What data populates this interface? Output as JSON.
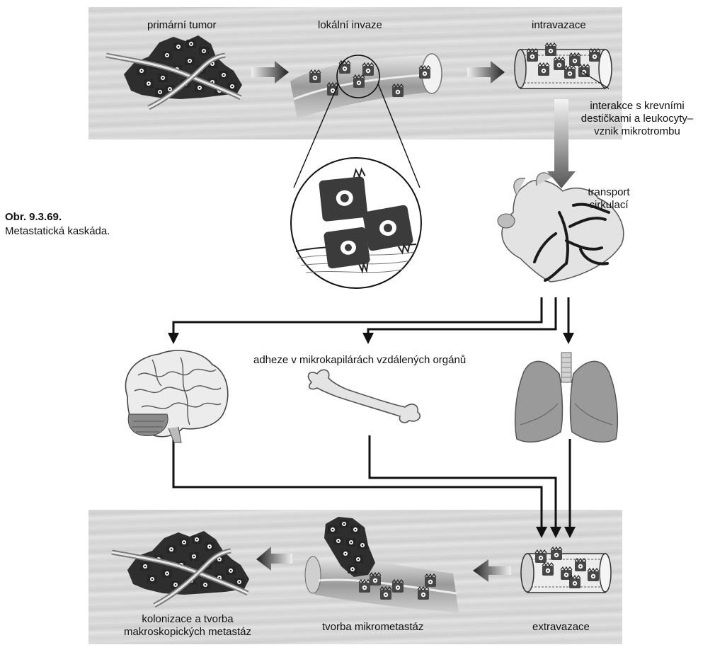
{
  "caption": {
    "number": "Obr. 9.3.69.",
    "title": "Metastatická kaskáda."
  },
  "steps": {
    "primary_tumor": "primární tumor",
    "local_invasion": "lokální invaze",
    "intravasation": "intravazace",
    "interaction_line1": "interakce s krevními",
    "interaction_line2": "destičkami a leukocyty–",
    "interaction_line3": "vznik mikrotrombu",
    "transport_line1": "transport",
    "transport_line2": "cirkulací",
    "adhesion": "adheze v mikrokapilárách vzdálených orgánů",
    "colonization_line1": "kolonizace a tvorba",
    "colonization_line2": "makroskopických metastáz",
    "micrometastasis": "tvorba mikrometastáz",
    "extravasation": "extravazace"
  },
  "colors": {
    "band": "#d6d6d6",
    "tumor": "#2b2b2b",
    "vessel": "#b5b5b5",
    "organ": "#8c8c8c",
    "arrow": "#111111"
  }
}
